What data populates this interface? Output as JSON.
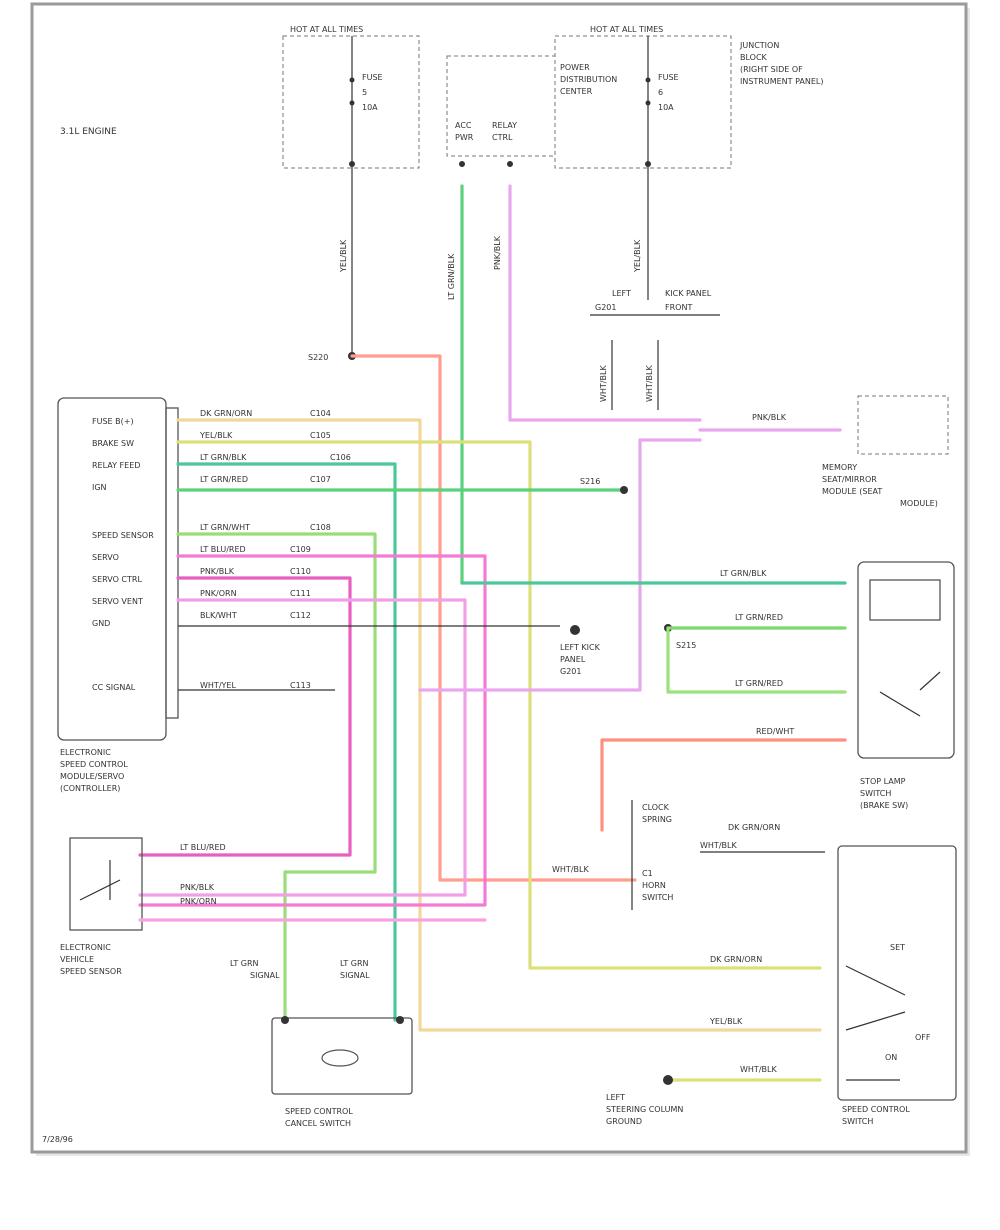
{
  "fuse_box_left_title": "HOT AT ALL TIMES",
  "fuse_box_right_title": "HOT AT ALL TIMES",
  "fuse_left": [
    "FUSE",
    "5",
    "10A"
  ],
  "fuse_right": [
    "FUSE",
    "6",
    "10A"
  ],
  "fuse_note": [
    "JUNCTION",
    "BLOCK",
    "(RIGHT SIDE OF",
    "INSTRUMENT PANEL)"
  ],
  "power_dist": [
    "POWER",
    "DISTRIBUTION",
    "CENTER"
  ],
  "relay_terms": [
    "ACC",
    "RELAY",
    "PWR",
    "CTRL"
  ],
  "diagram_id": "3.1L ENGINE",
  "vert_wire_labels": [
    "YEL/BLK",
    "LT GRN/BLK",
    "PNK/BLK",
    "YEL/BLK"
  ],
  "ground_note": [
    "LEFT",
    "KICK PANEL",
    "G201",
    "FRONT"
  ],
  "ground_wire_labels": [
    "WHT/BLK",
    "WHT/BLK"
  ],
  "splice_s220": "S220",
  "controller_pins": [
    "FUSE B(+)",
    "BRAKE SW",
    "RELAY FEED",
    "IGN",
    "SPEED SENSOR",
    "SERVO",
    "SERVO CTRL",
    "SERVO VENT",
    "GND",
    "",
    "CC SIGNAL"
  ],
  "controller_wire_labels": [
    "DK GRN/ORN",
    "YEL/BLK",
    "LT GRN/BLK",
    "LT GRN/RED",
    "LT GRN/WHT",
    "LT BLU/RED",
    "PNK/BLK",
    "PNK/ORN",
    "BLK/WHT",
    "WHT/YEL"
  ],
  "controller_circuit_ids": [
    "C104",
    "C105",
    "C106",
    "C107",
    "C108",
    "C109",
    "C110",
    "C111",
    "C112",
    "C113"
  ],
  "controller_name": [
    "ELECTRONIC",
    "SPEED CONTROL",
    "MODULE/SERVO",
    "(CONTROLLER)"
  ],
  "mid_labels": {
    "s216": "S216",
    "g201": [
      "LEFT KICK",
      "PANEL",
      "G201"
    ],
    "s215": "S215"
  },
  "solenoid_wire": "PNK/BLK",
  "solenoid_name": [
    "MEMORY",
    "SEAT/MIRROR",
    "MODULE (SEAT",
    "MODULE)"
  ],
  "brake_switch_wires": [
    "LT GRN/BLK",
    "LT GRN/RED",
    "LT GRN/RED",
    "RED/WHT"
  ],
  "brake_switch_name": [
    "STOP LAMP",
    "SWITCH",
    "(BRAKE SW)"
  ],
  "clockspring_labels": [
    "CLOCK",
    "SPRING",
    "C1",
    "HORN",
    "SWITCH"
  ],
  "clockspring_wires": [
    "DK GRN/ORN",
    "WHT/BLK"
  ],
  "sensor_wires": [
    "LT BLU/RED",
    "PNK/BLK",
    "PNK/ORN"
  ],
  "sensor_name": [
    "ELECTRONIC",
    "VEHICLE",
    "SPEED SENSOR"
  ],
  "switch_pins": [
    "LT GRN",
    "SIGNAL",
    "LT GRN",
    "SIGNAL"
  ],
  "cancel_switch_name": [
    "SPEED CONTROL",
    "CANCEL SWITCH"
  ],
  "right_switch_wires": [
    "DK GRN/ORN",
    "YEL/BLK",
    "WHT/BLK"
  ],
  "right_switch_name": [
    "SPEED CONTROL",
    "SWITCH"
  ],
  "right_switch_labels": [
    "SET",
    "OFF",
    "ON"
  ],
  "bottom_ground": [
    "LEFT",
    "STEERING COLUMN",
    "GROUND"
  ],
  "corner_id": "7/28/96",
  "colors": {
    "red": "#ff8f7f",
    "green": "#7dd86d",
    "teal": "#4cc79a",
    "pink": "#f47ad6",
    "magenta": "#e85fc2",
    "violet": "#e9a6ef",
    "yellow": "#dbe07a",
    "orange": "#f3b16d",
    "yellowgreen": "#b6d964"
  }
}
